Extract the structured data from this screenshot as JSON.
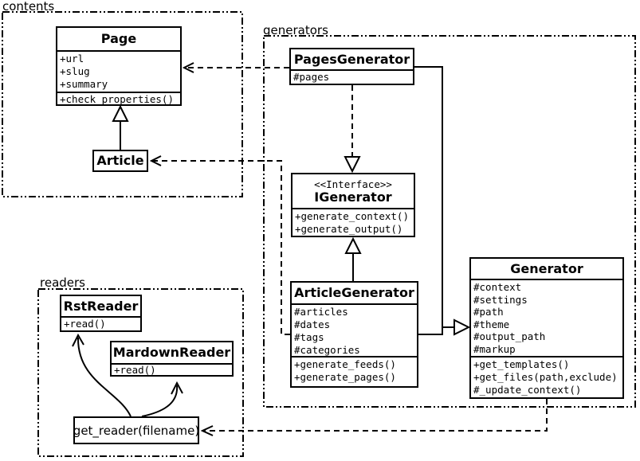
{
  "diagram": {
    "background": "#ffffff",
    "line_color": "#000000",
    "box_fill": "#ffffff"
  },
  "packages": {
    "contents": {
      "label": "contents"
    },
    "generators": {
      "label": "generators"
    },
    "readers": {
      "label": "readers"
    }
  },
  "classes": {
    "page": {
      "title": "Page",
      "attributes": [
        "+url",
        "+slug",
        "+summary"
      ],
      "methods": [
        "+check_properties()"
      ]
    },
    "article": {
      "title": "Article"
    },
    "pages_generator": {
      "title": "PagesGenerator",
      "attributes": [
        "#pages"
      ]
    },
    "igenerator": {
      "stereotype": "<<Interface>>",
      "title": "IGenerator",
      "methods": [
        "+generate_context()",
        "+generate_output()"
      ]
    },
    "article_generator": {
      "title": "ArticleGenerator",
      "attributes": [
        "#articles",
        "#dates",
        "#tags",
        "#categories"
      ],
      "methods": [
        "+generate_feeds()",
        "+generate_pages()"
      ]
    },
    "generator": {
      "title": "Generator",
      "attributes": [
        "#context",
        "#settings",
        "#path",
        "#theme",
        "#output_path",
        "#markup"
      ],
      "methods": [
        "+get_templates()",
        "+get_files(path,exclude)",
        "#_update_context()"
      ]
    },
    "rst_reader": {
      "title": "RstReader",
      "methods": [
        "+read()"
      ]
    },
    "mardown_reader": {
      "title": "MardownReader",
      "methods": [
        "+read()"
      ]
    },
    "get_reader": {
      "label": "get_reader(filename)"
    }
  },
  "relationships": [
    {
      "from": "Article",
      "to": "Page",
      "type": "generalization"
    },
    {
      "from": "PagesGenerator",
      "to": "IGenerator",
      "type": "realization-dashed"
    },
    {
      "from": "ArticleGenerator",
      "to": "IGenerator",
      "type": "generalization"
    },
    {
      "from": "PagesGenerator",
      "to": "Generator",
      "type": "generalization"
    },
    {
      "from": "ArticleGenerator",
      "to": "Generator",
      "type": "generalization"
    },
    {
      "from": "PagesGenerator",
      "to": "Page",
      "type": "dependency-dashed"
    },
    {
      "from": "ArticleGenerator",
      "to": "Article",
      "type": "dependency-dashed"
    },
    {
      "from": "Generator",
      "to": "get_reader(filename)",
      "type": "dependency-dashed"
    },
    {
      "from": "get_reader(filename)",
      "to": "RstReader",
      "type": "arrow-curved"
    },
    {
      "from": "get_reader(filename)",
      "to": "MardownReader",
      "type": "arrow-curved"
    }
  ]
}
